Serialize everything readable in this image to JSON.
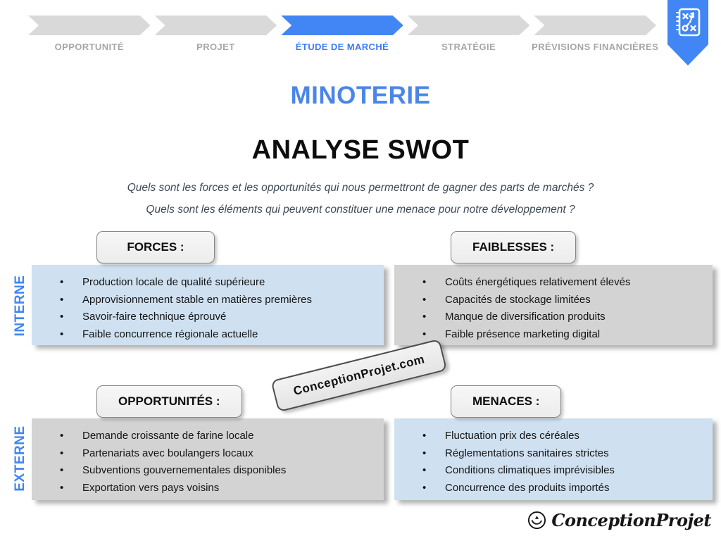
{
  "stepper": {
    "steps": [
      {
        "label": "OPPORTUNITÉ",
        "state": "inactive"
      },
      {
        "label": "PROJET",
        "state": "inactive"
      },
      {
        "label": "ÉTUDE DE MARCHÉ",
        "state": "active"
      },
      {
        "label": "STRATÉGIE",
        "state": "inactive"
      },
      {
        "label": "PRÉVISIONS FINANCIÈRES",
        "state": "inactive"
      }
    ],
    "bookmark_icon": "strategy-plan-icon"
  },
  "titles": {
    "project": "MINOTERIE",
    "slide": "ANALYSE SWOT"
  },
  "questions": {
    "q1": "Quels sont les forces et les opportunités qui nous permettront de gagner des parts de marchés ?",
    "q2": "Quels sont les éléments qui peuvent constituer une menace pour notre développement ?"
  },
  "axis": {
    "interne": "INTERNE",
    "externe": "EXTERNE"
  },
  "swot": {
    "forces": {
      "title": "FORCES :",
      "tone": "blue",
      "items": [
        "Production locale de qualité supérieure",
        "Approvisionnement stable en matières premières",
        "Savoir-faire technique éprouvé",
        "Faible concurrence régionale actuelle"
      ]
    },
    "faiblesses": {
      "title": "FAIBLESSES :",
      "tone": "gray",
      "items": [
        "Coûts énergétiques relativement élevés",
        "Capacités de stockage limitées",
        "Manque de diversification produits",
        "Faible présence marketing digital"
      ]
    },
    "opportunites": {
      "title": "OPPORTUNITÉS :",
      "tone": "gray",
      "items": [
        "Demande croissante de farine locale",
        "Partenariats avec boulangers locaux",
        "Subventions gouvernementales disponibles",
        "Exportation vers pays voisins"
      ]
    },
    "menaces": {
      "title": "MENACES :",
      "tone": "blue",
      "items": [
        "Fluctuation prix des céréales",
        "Réglementations sanitaires strictes",
        "Conditions climatiques imprévisibles",
        "Concurrence des produits importés"
      ]
    }
  },
  "watermark": {
    "text": "ConceptionProjet.com"
  },
  "footer": {
    "brand": "ConceptionProjet"
  },
  "colors": {
    "accent_blue": "#4285f4",
    "active_label_blue": "#3d7bf0",
    "title_blue": "#4a86e8",
    "panel_blue": "#cfe1f1",
    "panel_gray": "#d3d3d3",
    "chevron_gray": "#d9d9d9",
    "inactive_label_gray": "#a6a6a6"
  }
}
